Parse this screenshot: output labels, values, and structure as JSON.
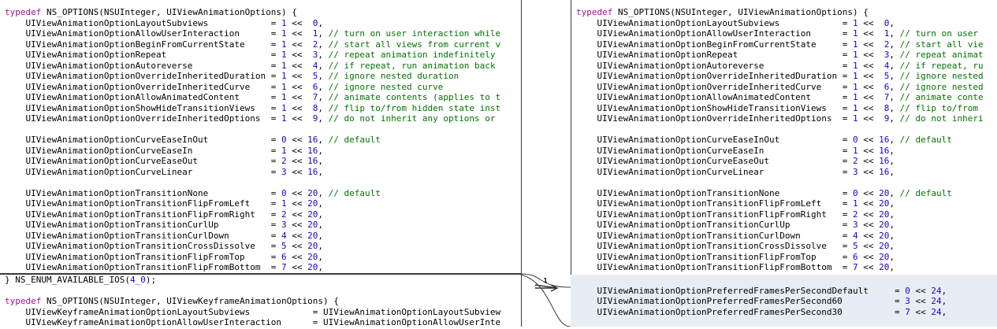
{
  "colors": {
    "keyword": "#a90d91",
    "number": "#1c00cf",
    "comment": "#007400",
    "change_highlight": "#e8edf5",
    "divider": "#3c3c3c"
  },
  "change_marker": {
    "label": "1",
    "icon": "arrow-right-icon"
  },
  "left_upper": [
    [
      [
        "typedef",
        "kw"
      ],
      [
        " NS_OPTIONS(NSUInteger, UIViewAnimationOptions) {",
        ""
      ]
    ],
    [
      [
        "    UIViewAnimationOptionLayoutSubviews            = ",
        ""
      ],
      [
        "1",
        "num"
      ],
      [
        " <<  ",
        ""
      ],
      [
        "0",
        "num"
      ],
      [
        ",",
        ""
      ]
    ],
    [
      [
        "    UIViewAnimationOptionAllowUserInteraction      = ",
        ""
      ],
      [
        "1",
        "num"
      ],
      [
        " <<  ",
        ""
      ],
      [
        "1",
        "num"
      ],
      [
        ", ",
        ""
      ],
      [
        "// turn on user interaction while",
        "cmt"
      ]
    ],
    [
      [
        "    UIViewAnimationOptionBeginFromCurrentState     = ",
        ""
      ],
      [
        "1",
        "num"
      ],
      [
        " <<  ",
        ""
      ],
      [
        "2",
        "num"
      ],
      [
        ", ",
        ""
      ],
      [
        "// start all views from current v",
        "cmt"
      ]
    ],
    [
      [
        "    UIViewAnimationOptionRepeat                    = ",
        ""
      ],
      [
        "1",
        "num"
      ],
      [
        " <<  ",
        ""
      ],
      [
        "3",
        "num"
      ],
      [
        ", ",
        ""
      ],
      [
        "// repeat animation indefinitely",
        "cmt"
      ]
    ],
    [
      [
        "    UIViewAnimationOptionAutoreverse               = ",
        ""
      ],
      [
        "1",
        "num"
      ],
      [
        " <<  ",
        ""
      ],
      [
        "4",
        "num"
      ],
      [
        ", ",
        ""
      ],
      [
        "// if repeat, run animation back",
        "cmt"
      ]
    ],
    [
      [
        "    UIViewAnimationOptionOverrideInheritedDuration = ",
        ""
      ],
      [
        "1",
        "num"
      ],
      [
        " <<  ",
        ""
      ],
      [
        "5",
        "num"
      ],
      [
        ", ",
        ""
      ],
      [
        "// ignore nested duration",
        "cmt"
      ]
    ],
    [
      [
        "    UIViewAnimationOptionOverrideInheritedCurve    = ",
        ""
      ],
      [
        "1",
        "num"
      ],
      [
        " <<  ",
        ""
      ],
      [
        "6",
        "num"
      ],
      [
        ", ",
        ""
      ],
      [
        "// ignore nested curve",
        "cmt"
      ]
    ],
    [
      [
        "    UIViewAnimationOptionAllowAnimatedContent      = ",
        ""
      ],
      [
        "1",
        "num"
      ],
      [
        " <<  ",
        ""
      ],
      [
        "7",
        "num"
      ],
      [
        ", ",
        ""
      ],
      [
        "// animate contents (applies to t",
        "cmt"
      ]
    ],
    [
      [
        "    UIViewAnimationOptionShowHideTransitionViews   = ",
        ""
      ],
      [
        "1",
        "num"
      ],
      [
        " <<  ",
        ""
      ],
      [
        "8",
        "num"
      ],
      [
        ", ",
        ""
      ],
      [
        "// flip to/from hidden state inst",
        "cmt"
      ]
    ],
    [
      [
        "    UIViewAnimationOptionOverrideInheritedOptions  = ",
        ""
      ],
      [
        "1",
        "num"
      ],
      [
        " <<  ",
        ""
      ],
      [
        "9",
        "num"
      ],
      [
        ", ",
        ""
      ],
      [
        "// do not inherit any options or",
        "cmt"
      ]
    ],
    [
      [
        "",
        ""
      ]
    ],
    [
      [
        "    UIViewAnimationOptionCurveEaseInOut            = ",
        ""
      ],
      [
        "0",
        "num"
      ],
      [
        " << ",
        ""
      ],
      [
        "16",
        "num"
      ],
      [
        ", ",
        ""
      ],
      [
        "// default",
        "cmt"
      ]
    ],
    [
      [
        "    UIViewAnimationOptionCurveEaseIn               = ",
        ""
      ],
      [
        "1",
        "num"
      ],
      [
        " << ",
        ""
      ],
      [
        "16",
        "num"
      ],
      [
        ",",
        ""
      ]
    ],
    [
      [
        "    UIViewAnimationOptionCurveEaseOut              = ",
        ""
      ],
      [
        "2",
        "num"
      ],
      [
        " << ",
        ""
      ],
      [
        "16",
        "num"
      ],
      [
        ",",
        ""
      ]
    ],
    [
      [
        "    UIViewAnimationOptionCurveLinear               = ",
        ""
      ],
      [
        "3",
        "num"
      ],
      [
        " << ",
        ""
      ],
      [
        "16",
        "num"
      ],
      [
        ",",
        ""
      ]
    ],
    [
      [
        "",
        ""
      ]
    ],
    [
      [
        "    UIViewAnimationOptionTransitionNone            = ",
        ""
      ],
      [
        "0",
        "num"
      ],
      [
        " << ",
        ""
      ],
      [
        "20",
        "num"
      ],
      [
        ", ",
        ""
      ],
      [
        "// default",
        "cmt"
      ]
    ],
    [
      [
        "    UIViewAnimationOptionTransitionFlipFromLeft    = ",
        ""
      ],
      [
        "1",
        "num"
      ],
      [
        " << ",
        ""
      ],
      [
        "20",
        "num"
      ],
      [
        ",",
        ""
      ]
    ],
    [
      [
        "    UIViewAnimationOptionTransitionFlipFromRight   = ",
        ""
      ],
      [
        "2",
        "num"
      ],
      [
        " << ",
        ""
      ],
      [
        "20",
        "num"
      ],
      [
        ",",
        ""
      ]
    ],
    [
      [
        "    UIViewAnimationOptionTransitionCurlUp          = ",
        ""
      ],
      [
        "3",
        "num"
      ],
      [
        " << ",
        ""
      ],
      [
        "20",
        "num"
      ],
      [
        ",",
        ""
      ]
    ],
    [
      [
        "    UIViewAnimationOptionTransitionCurlDown        = ",
        ""
      ],
      [
        "4",
        "num"
      ],
      [
        " << ",
        ""
      ],
      [
        "20",
        "num"
      ],
      [
        ",",
        ""
      ]
    ],
    [
      [
        "    UIViewAnimationOptionTransitionCrossDissolve   = ",
        ""
      ],
      [
        "5",
        "num"
      ],
      [
        " << ",
        ""
      ],
      [
        "20",
        "num"
      ],
      [
        ",",
        ""
      ]
    ],
    [
      [
        "    UIViewAnimationOptionTransitionFlipFromTop     = ",
        ""
      ],
      [
        "6",
        "num"
      ],
      [
        " << ",
        ""
      ],
      [
        "20",
        "num"
      ],
      [
        ",",
        ""
      ]
    ],
    [
      [
        "    UIViewAnimationOptionTransitionFlipFromBottom  = ",
        ""
      ],
      [
        "7",
        "num"
      ],
      [
        " << ",
        ""
      ],
      [
        "20",
        "num"
      ],
      [
        ",",
        ""
      ]
    ]
  ],
  "left_lower": [
    [
      [
        "} NS_ENUM_AVAILABLE_IOS(",
        ""
      ],
      [
        "4_0",
        "num"
      ],
      [
        ");",
        ""
      ]
    ],
    [
      [
        "",
        ""
      ]
    ],
    [
      [
        "typedef",
        "kw"
      ],
      [
        " NS_OPTIONS(NSUInteger, UIViewKeyframeAnimationOptions) {",
        ""
      ]
    ],
    [
      [
        "    UIViewKeyframeAnimationOptionLayoutSubviews            = UIViewAnimationOptionLayoutSubview",
        ""
      ]
    ],
    [
      [
        "    UIViewKeyframeAnimationOptionAllowUserInteraction      = UIViewAnimationOptionAllowUserInte",
        ""
      ]
    ]
  ],
  "right": [
    [
      [
        "typedef",
        "kw"
      ],
      [
        " NS_OPTIONS(NSUInteger, UIViewAnimationOptions) {",
        ""
      ]
    ],
    [
      [
        "    UIViewAnimationOptionLayoutSubviews            = ",
        ""
      ],
      [
        "1",
        "num"
      ],
      [
        " <<  ",
        ""
      ],
      [
        "0",
        "num"
      ],
      [
        ",",
        ""
      ]
    ],
    [
      [
        "    UIViewAnimationOptionAllowUserInteraction      = ",
        ""
      ],
      [
        "1",
        "num"
      ],
      [
        " <<  ",
        ""
      ],
      [
        "1",
        "num"
      ],
      [
        ", ",
        ""
      ],
      [
        "// turn on user",
        "cmt"
      ]
    ],
    [
      [
        "    UIViewAnimationOptionBeginFromCurrentState     = ",
        ""
      ],
      [
        "1",
        "num"
      ],
      [
        " <<  ",
        ""
      ],
      [
        "2",
        "num"
      ],
      [
        ", ",
        ""
      ],
      [
        "// start all vie",
        "cmt"
      ]
    ],
    [
      [
        "    UIViewAnimationOptionRepeat                    = ",
        ""
      ],
      [
        "1",
        "num"
      ],
      [
        " <<  ",
        ""
      ],
      [
        "3",
        "num"
      ],
      [
        ", ",
        ""
      ],
      [
        "// repeat animat",
        "cmt"
      ]
    ],
    [
      [
        "    UIViewAnimationOptionAutoreverse               = ",
        ""
      ],
      [
        "1",
        "num"
      ],
      [
        " <<  ",
        ""
      ],
      [
        "4",
        "num"
      ],
      [
        ", ",
        ""
      ],
      [
        "// if repeat, ru",
        "cmt"
      ]
    ],
    [
      [
        "    UIViewAnimationOptionOverrideInheritedDuration = ",
        ""
      ],
      [
        "1",
        "num"
      ],
      [
        " <<  ",
        ""
      ],
      [
        "5",
        "num"
      ],
      [
        ", ",
        ""
      ],
      [
        "// ignore nested",
        "cmt"
      ]
    ],
    [
      [
        "    UIViewAnimationOptionOverrideInheritedCurve    = ",
        ""
      ],
      [
        "1",
        "num"
      ],
      [
        " <<  ",
        ""
      ],
      [
        "6",
        "num"
      ],
      [
        ", ",
        ""
      ],
      [
        "// ignore nested",
        "cmt"
      ]
    ],
    [
      [
        "    UIViewAnimationOptionAllowAnimatedContent      = ",
        ""
      ],
      [
        "1",
        "num"
      ],
      [
        " <<  ",
        ""
      ],
      [
        "7",
        "num"
      ],
      [
        ", ",
        ""
      ],
      [
        "// animate conte",
        "cmt"
      ]
    ],
    [
      [
        "    UIViewAnimationOptionShowHideTransitionViews   = ",
        ""
      ],
      [
        "1",
        "num"
      ],
      [
        " <<  ",
        ""
      ],
      [
        "8",
        "num"
      ],
      [
        ", ",
        ""
      ],
      [
        "// flip to/from",
        "cmt"
      ]
    ],
    [
      [
        "    UIViewAnimationOptionOverrideInheritedOptions  = ",
        ""
      ],
      [
        "1",
        "num"
      ],
      [
        " <<  ",
        ""
      ],
      [
        "9",
        "num"
      ],
      [
        ", ",
        ""
      ],
      [
        "// do not inheri",
        "cmt"
      ]
    ],
    [
      [
        "",
        ""
      ]
    ],
    [
      [
        "    UIViewAnimationOptionCurveEaseInOut            = ",
        ""
      ],
      [
        "0",
        "num"
      ],
      [
        " << ",
        ""
      ],
      [
        "16",
        "num"
      ],
      [
        ", ",
        ""
      ],
      [
        "// default",
        "cmt"
      ]
    ],
    [
      [
        "    UIViewAnimationOptionCurveEaseIn               = ",
        ""
      ],
      [
        "1",
        "num"
      ],
      [
        " << ",
        ""
      ],
      [
        "16",
        "num"
      ],
      [
        ",",
        ""
      ]
    ],
    [
      [
        "    UIViewAnimationOptionCurveEaseOut              = ",
        ""
      ],
      [
        "2",
        "num"
      ],
      [
        " << ",
        ""
      ],
      [
        "16",
        "num"
      ],
      [
        ",",
        ""
      ]
    ],
    [
      [
        "    UIViewAnimationOptionCurveLinear               = ",
        ""
      ],
      [
        "3",
        "num"
      ],
      [
        " << ",
        ""
      ],
      [
        "16",
        "num"
      ],
      [
        ",",
        ""
      ]
    ],
    [
      [
        "",
        ""
      ]
    ],
    [
      [
        "    UIViewAnimationOptionTransitionNone            = ",
        ""
      ],
      [
        "0",
        "num"
      ],
      [
        " << ",
        ""
      ],
      [
        "20",
        "num"
      ],
      [
        ", ",
        ""
      ],
      [
        "// default",
        "cmt"
      ]
    ],
    [
      [
        "    UIViewAnimationOptionTransitionFlipFromLeft    = ",
        ""
      ],
      [
        "1",
        "num"
      ],
      [
        " << ",
        ""
      ],
      [
        "20",
        "num"
      ],
      [
        ",",
        ""
      ]
    ],
    [
      [
        "    UIViewAnimationOptionTransitionFlipFromRight   = ",
        ""
      ],
      [
        "2",
        "num"
      ],
      [
        " << ",
        ""
      ],
      [
        "20",
        "num"
      ],
      [
        ",",
        ""
      ]
    ],
    [
      [
        "    UIViewAnimationOptionTransitionCurlUp          = ",
        ""
      ],
      [
        "3",
        "num"
      ],
      [
        " << ",
        ""
      ],
      [
        "20",
        "num"
      ],
      [
        ",",
        ""
      ]
    ],
    [
      [
        "    UIViewAnimationOptionTransitionCurlDown        = ",
        ""
      ],
      [
        "4",
        "num"
      ],
      [
        " << ",
        ""
      ],
      [
        "20",
        "num"
      ],
      [
        ",",
        ""
      ]
    ],
    [
      [
        "    UIViewAnimationOptionTransitionCrossDissolve   = ",
        ""
      ],
      [
        "5",
        "num"
      ],
      [
        " << ",
        ""
      ],
      [
        "20",
        "num"
      ],
      [
        ",",
        ""
      ]
    ],
    [
      [
        "    UIViewAnimationOptionTransitionFlipFromTop     = ",
        ""
      ],
      [
        "6",
        "num"
      ],
      [
        " << ",
        ""
      ],
      [
        "20",
        "num"
      ],
      [
        ",",
        ""
      ]
    ],
    [
      [
        "    UIViewAnimationOptionTransitionFlipFromBottom  = ",
        ""
      ],
      [
        "7",
        "num"
      ],
      [
        " << ",
        ""
      ],
      [
        "20",
        "num"
      ],
      [
        ",",
        ""
      ]
    ]
  ],
  "right_added": [
    [
      [
        "",
        ""
      ]
    ],
    [
      [
        "    UIViewAnimationOptionPreferredFramesPerSecondDefault     = ",
        ""
      ],
      [
        "0",
        "num"
      ],
      [
        " << ",
        ""
      ],
      [
        "24",
        "num"
      ],
      [
        ",",
        ""
      ]
    ],
    [
      [
        "    UIViewAnimationOptionPreferredFramesPerSecond60          = ",
        ""
      ],
      [
        "3",
        "num"
      ],
      [
        " << ",
        ""
      ],
      [
        "24",
        "num"
      ],
      [
        ",",
        ""
      ]
    ],
    [
      [
        "    UIViewAnimationOptionPreferredFramesPerSecond30          = ",
        ""
      ],
      [
        "7",
        "num"
      ],
      [
        " << ",
        ""
      ],
      [
        "24",
        "num"
      ],
      [
        ",",
        ""
      ]
    ]
  ]
}
